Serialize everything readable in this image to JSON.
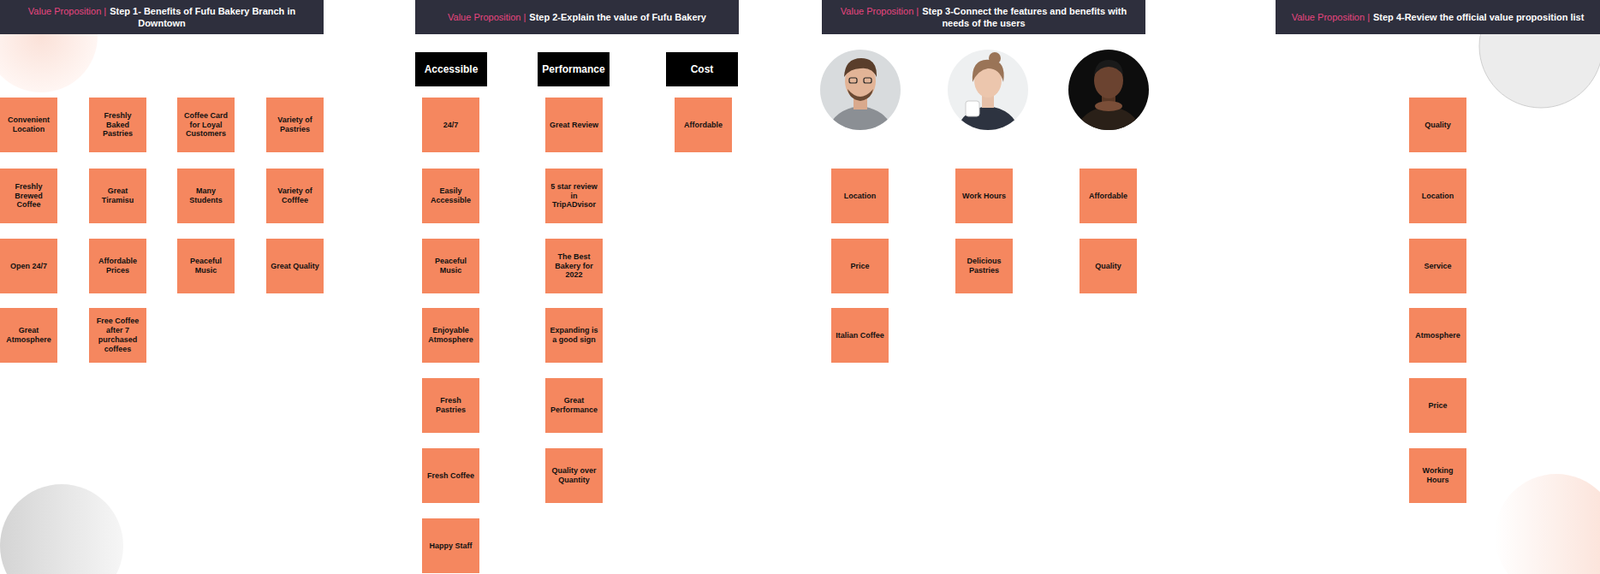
{
  "diagram": {
    "nodes": [
      {
        "text": [
          "Value Proposition |",
          "Step 1- Benefits of Fufu Bakery Branch in Downtown"
        ]
      },
      {
        "text": [
          "Convenient Location"
        ]
      },
      {
        "text": [
          "Freshly Baked Pastries"
        ]
      },
      {
        "text": [
          "Coffee Card for Loyal Customers"
        ]
      },
      {
        "text": [
          "Variety of Pastries"
        ]
      },
      {
        "text": [
          "Freshly Brewed Coffee"
        ]
      },
      {
        "text": [
          "Great Tiramisu"
        ]
      },
      {
        "text": [
          "Many Students"
        ]
      },
      {
        "text": [
          "Variety of Cofffee"
        ]
      },
      {
        "text": [
          "Open 24/7"
        ]
      },
      {
        "text": [
          "Affordable Prices"
        ]
      },
      {
        "text": [
          "Peaceful Music"
        ]
      },
      {
        "text": [
          "Great Quality"
        ]
      },
      {
        "text": [
          "Great Atmosphere"
        ]
      },
      {
        "text": [
          "Free Coffee after 7 purchased coffees"
        ]
      },
      {
        "text": [
          "Value Proposition |",
          "Step 2-Explain the value of Fufu Bakery"
        ]
      },
      {
        "text": [
          "Accessible"
        ]
      },
      {
        "text": [
          "24/7"
        ]
      },
      {
        "text": [
          "Easily Accessible"
        ]
      },
      {
        "text": [
          "Peaceful Music"
        ]
      },
      {
        "text": [
          "Enjoyable Atmosphere"
        ]
      },
      {
        "text": [
          "Fresh Pastries"
        ]
      },
      {
        "text": [
          "Fresh Coffee"
        ]
      },
      {
        "text": [
          "Happy Staff"
        ]
      },
      {
        "text": [
          "Performance"
        ]
      },
      {
        "text": [
          "Great Review"
        ]
      },
      {
        "text": [
          "5 star review in TripADvisor"
        ]
      },
      {
        "text": [
          "The Best Bakery for 2022"
        ]
      },
      {
        "text": [
          "Expanding is a good sign"
        ]
      },
      {
        "text": [
          "Great Performance"
        ]
      },
      {
        "text": [
          "Quality over Quantity"
        ]
      },
      {
        "text": [
          "Cost"
        ]
      },
      {
        "text": [
          "Affordable"
        ]
      },
      {
        "text": [
          "Value Proposition |",
          "Step 3-Connect the features and benefits with needs of the users"
        ]
      },
      {
        "text": [
          "Location"
        ]
      },
      {
        "text": [
          "Price"
        ]
      },
      {
        "text": [
          "Italian Coffee"
        ]
      },
      {
        "text": [
          "Work Hours"
        ]
      },
      {
        "text": [
          "Delicious Pastries"
        ]
      },
      {
        "text": [
          "Affordable"
        ]
      },
      {
        "text": [
          "Quality"
        ]
      },
      {
        "text": [
          "Value Proposition |",
          "Step 4-Review the official value proposition list"
        ]
      },
      {
        "text": [
          "Quality"
        ]
      },
      {
        "text": [
          "Location"
        ]
      },
      {
        "text": [
          "Service"
        ]
      },
      {
        "text": [
          "Atmosphere"
        ]
      },
      {
        "text": [
          "Price"
        ]
      },
      {
        "text": [
          "Working Hours"
        ]
      }
    ]
  }
}
